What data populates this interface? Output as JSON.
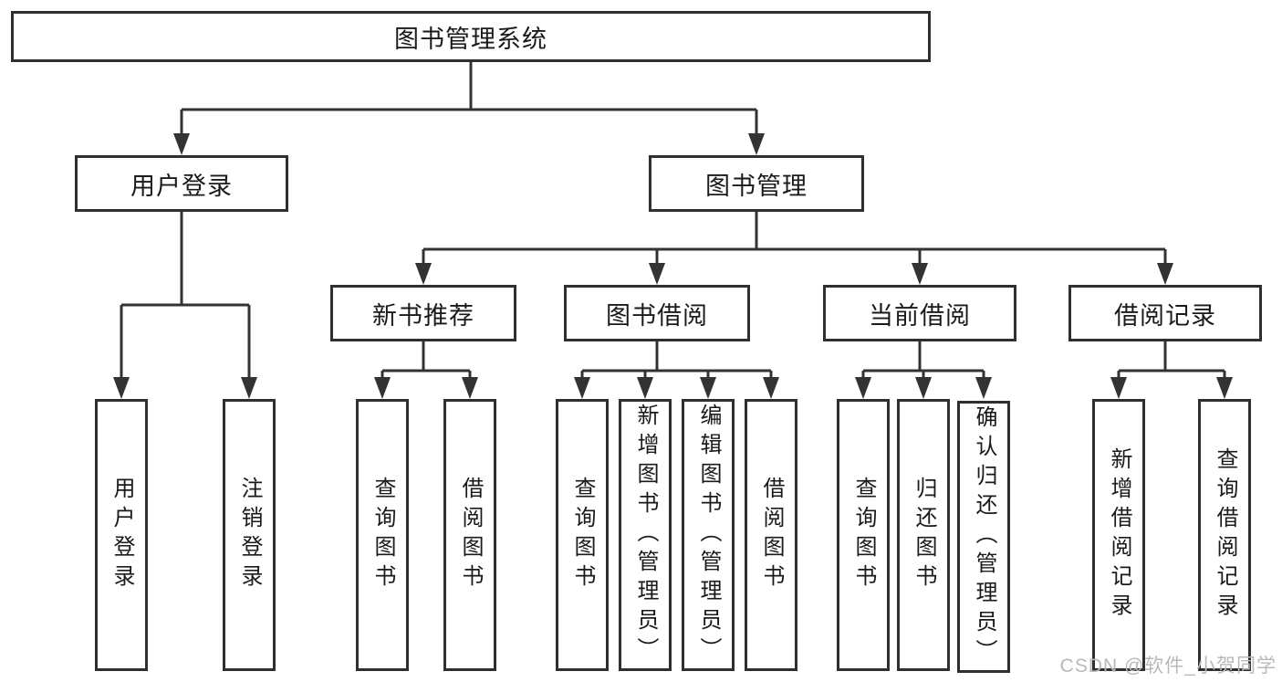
{
  "page": {
    "background": "#ffffff",
    "line_color": "#333333",
    "border_color": "#2f2f2f",
    "text_color": "#1a1a1a",
    "watermark": "CSDN @软件_小贺同学"
  },
  "nodes": {
    "root": {
      "label": "图书管理系统"
    },
    "branches": [
      {
        "id": "user-login",
        "label": "用户登录"
      },
      {
        "id": "book-management",
        "label": "图书管理"
      }
    ],
    "modules": [
      {
        "id": "new-book-recommend",
        "label": "新书推荐"
      },
      {
        "id": "book-borrow",
        "label": "图书借阅"
      },
      {
        "id": "current-borrow",
        "label": "当前借阅"
      },
      {
        "id": "borrow-record",
        "label": "借阅记录"
      }
    ],
    "leaves": [
      {
        "group": "user-login",
        "label": "用户登录"
      },
      {
        "group": "user-login",
        "label": "注销登录"
      },
      {
        "group": "new-book-recommend",
        "label": "查询图书"
      },
      {
        "group": "new-book-recommend",
        "label": "借阅图书"
      },
      {
        "group": "book-borrow",
        "label": "查询图书"
      },
      {
        "group": "book-borrow",
        "label": "新增图书（管理员）"
      },
      {
        "group": "book-borrow",
        "label": "编辑图书（管理员）"
      },
      {
        "group": "book-borrow",
        "label": "借阅图书"
      },
      {
        "group": "current-borrow",
        "label": "查询图书"
      },
      {
        "group": "current-borrow",
        "label": "归还图书"
      },
      {
        "group": "current-borrow",
        "label": "确认归还（管理员）"
      },
      {
        "group": "borrow-record",
        "label": "新增借阅记录"
      },
      {
        "group": "borrow-record",
        "label": "查询借阅记录"
      }
    ]
  }
}
